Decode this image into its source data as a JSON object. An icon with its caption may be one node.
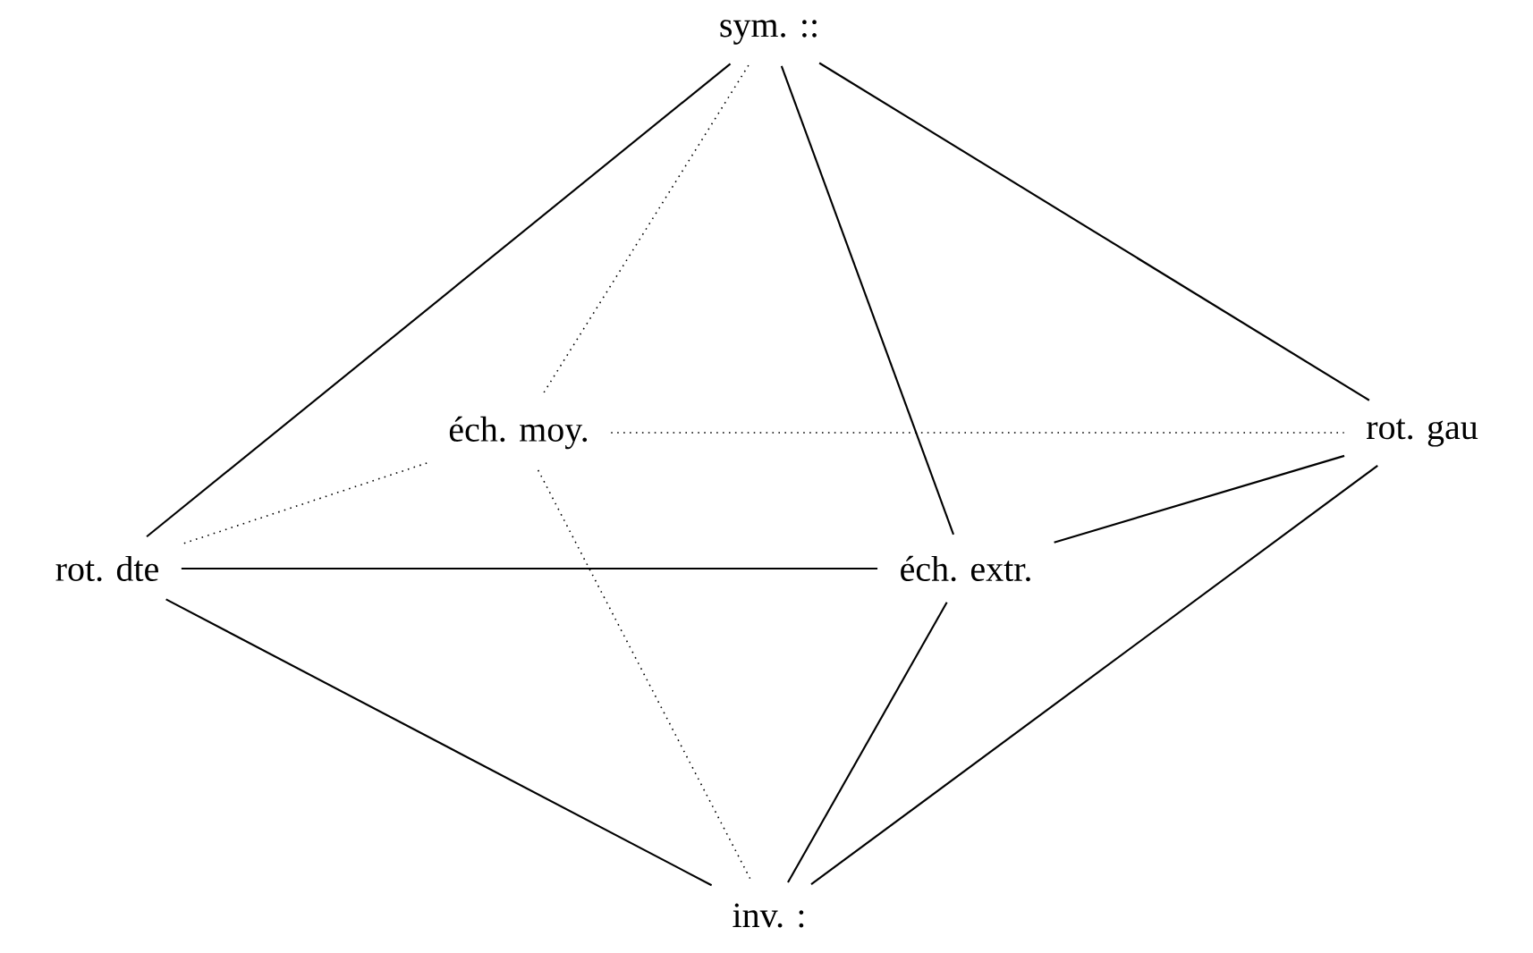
{
  "diagram": {
    "nodes": [
      {
        "text": [
          "sym. ::"
        ]
      },
      {
        "text": [
          "éch. moy."
        ]
      },
      {
        "text": [
          "rot. gau"
        ]
      },
      {
        "text": [
          "rot. dte"
        ]
      },
      {
        "text": [
          "éch. extr."
        ]
      },
      {
        "text": [
          "inv. :"
        ]
      }
    ],
    "edges": [
      {
        "from": 0,
        "to": 3,
        "arrow": "none"
      },
      {
        "from": 0,
        "to": 1,
        "arrow": "none",
        "style": "dashed"
      },
      {
        "from": 0,
        "to": 4,
        "arrow": "none"
      },
      {
        "from": 0,
        "to": 2,
        "arrow": "none"
      },
      {
        "from": 1,
        "to": 2,
        "arrow": "none",
        "style": "dashed"
      },
      {
        "from": 1,
        "to": 3,
        "arrow": "none",
        "style": "dashed"
      },
      {
        "from": 1,
        "to": 5,
        "arrow": "none",
        "style": "dashed"
      },
      {
        "from": 3,
        "to": 4,
        "arrow": "none"
      },
      {
        "from": 4,
        "to": 2,
        "arrow": "none"
      },
      {
        "from": 3,
        "to": 5,
        "arrow": "none"
      },
      {
        "from": 4,
        "to": 5,
        "arrow": "none"
      },
      {
        "from": 2,
        "to": 5,
        "arrow": "none"
      }
    ]
  }
}
